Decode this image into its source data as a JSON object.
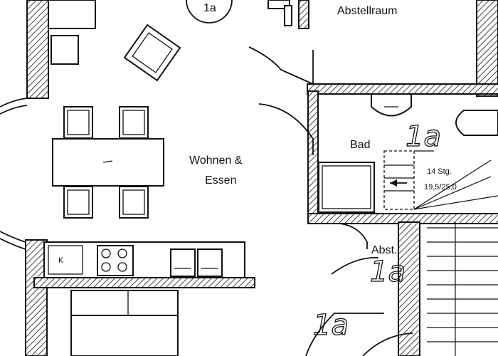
{
  "rooms": {
    "abstellraum": "Abstellraum",
    "wohnen_line1": "Wohnen &",
    "wohnen_line2": "Essen",
    "bad": "Bad",
    "abst": "Abst."
  },
  "markers": {
    "circle_top": "1a",
    "bad_hand": "1a",
    "abst_hand": "1a",
    "bottom_hand": "1a"
  },
  "stairs": {
    "steps_label": "14 Stg.",
    "ratio_label": "19,5/25,0"
  },
  "kitchen": {
    "fridge_label": "K"
  },
  "colors": {
    "ink": "#111111",
    "paper": "#ffffff"
  }
}
